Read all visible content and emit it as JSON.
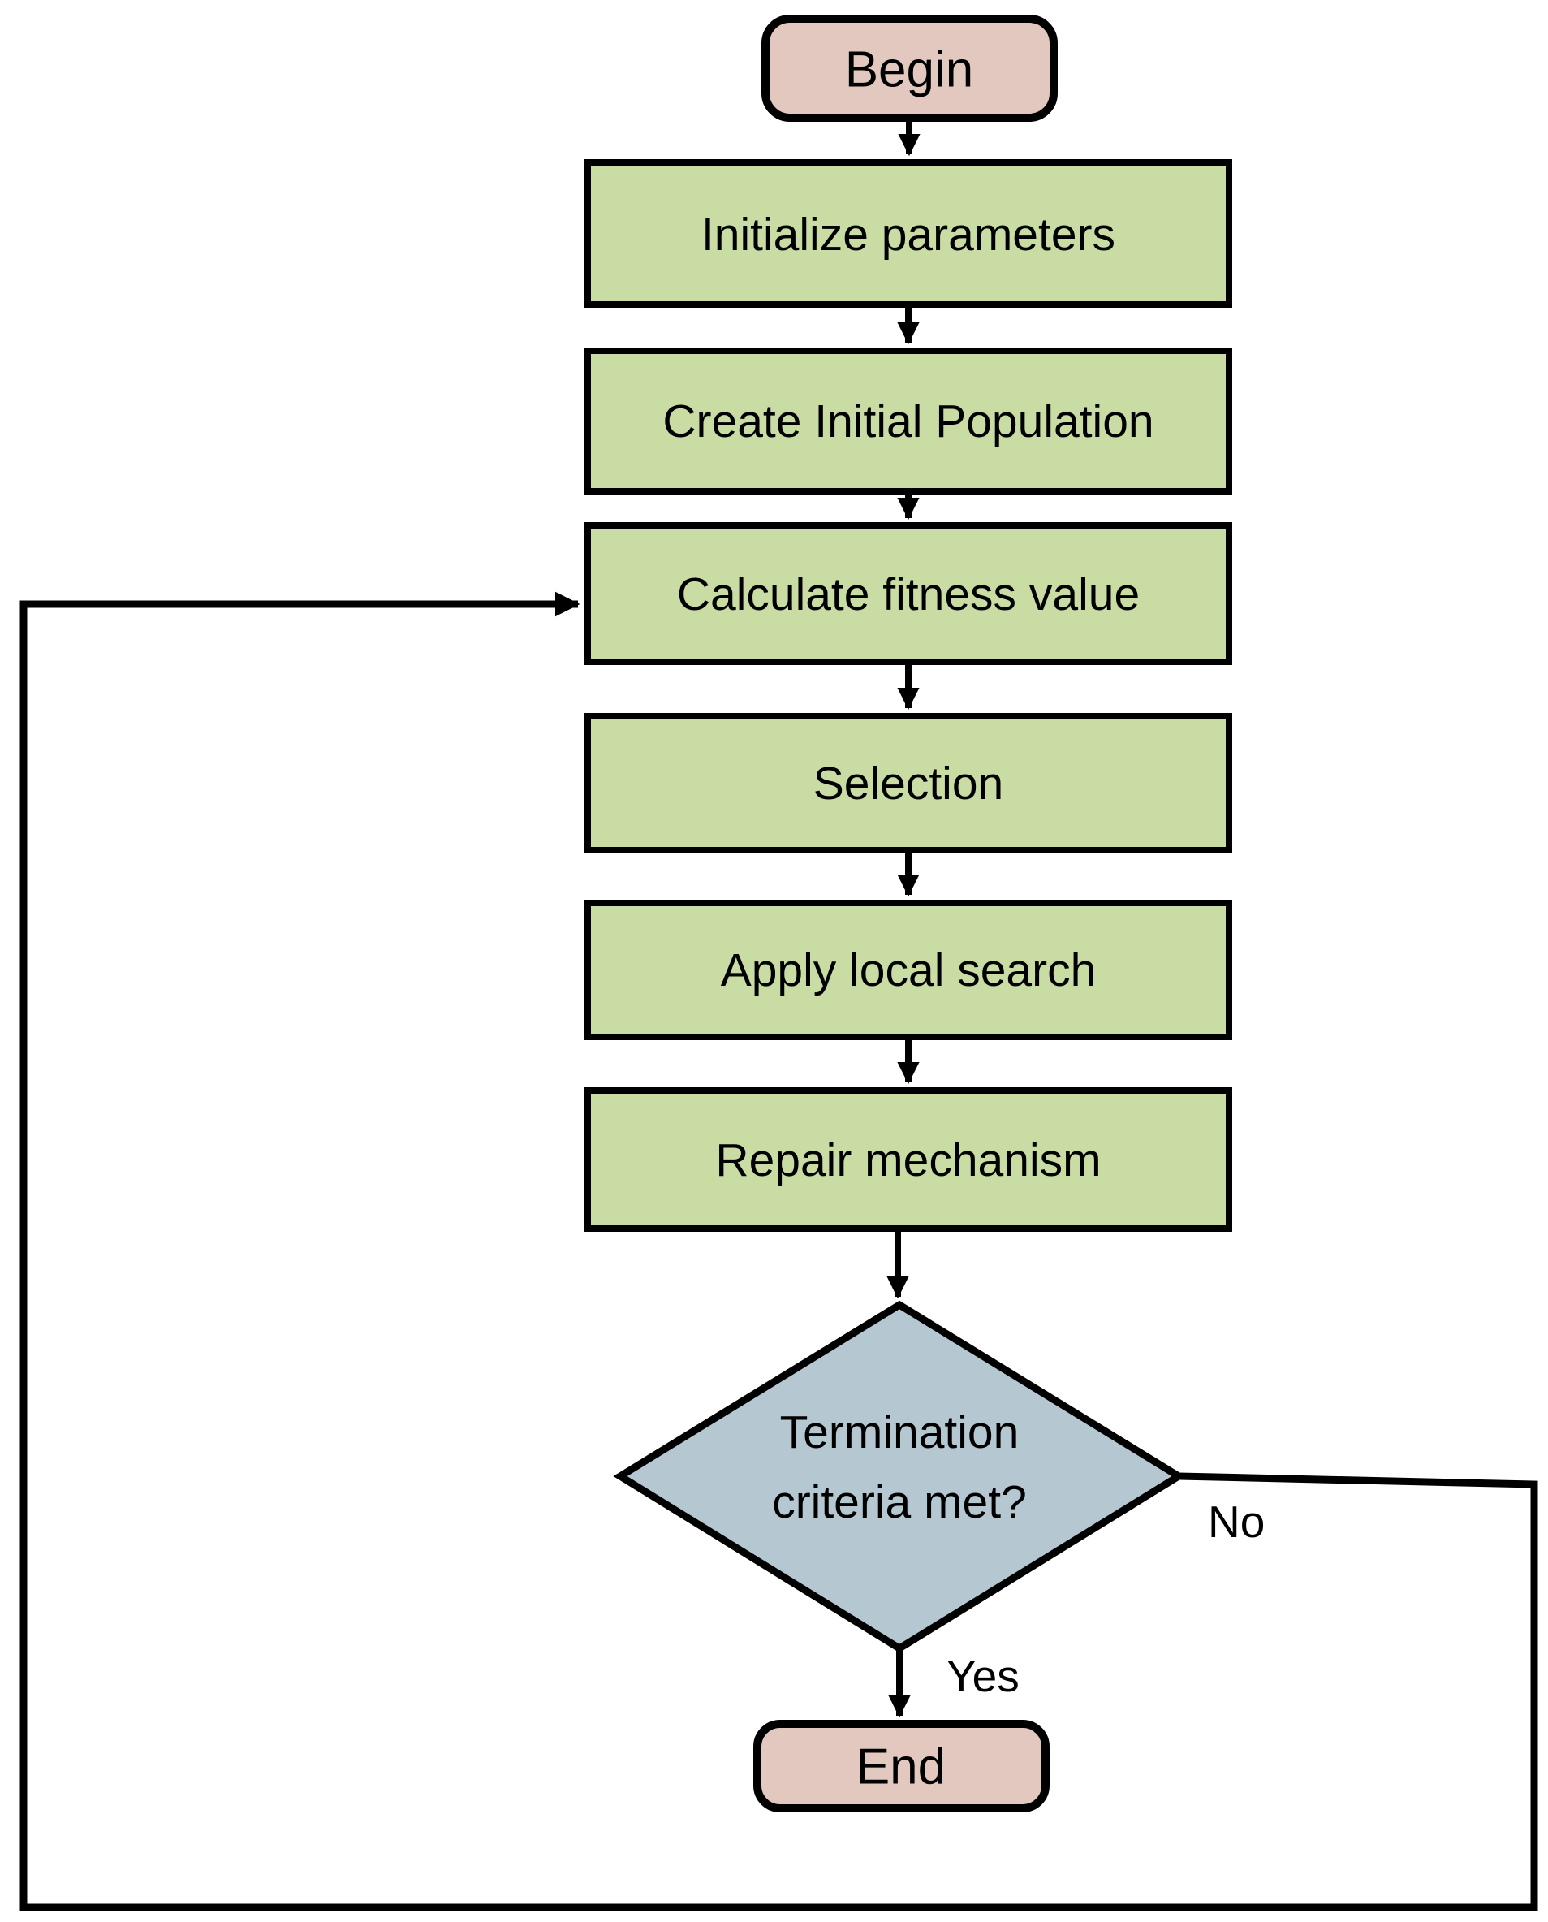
{
  "flowchart": {
    "nodes": {
      "begin": "Begin",
      "initialize": "Initialize parameters",
      "create_population": "Create Initial Population",
      "calculate_fitness": "Calculate fitness value",
      "selection": "Selection",
      "local_search": "Apply local search",
      "repair": "Repair mechanism",
      "decision_line1": "Termination",
      "decision_line2": "criteria met?",
      "end": "End"
    },
    "edge_labels": {
      "yes": "Yes",
      "no": "No"
    },
    "colors": {
      "terminator_fill": "#e2c8be",
      "process_fill": "#c8dca3",
      "decision_fill": "#b5c7d1",
      "stroke": "#000000",
      "background": "#ffffff"
    }
  }
}
